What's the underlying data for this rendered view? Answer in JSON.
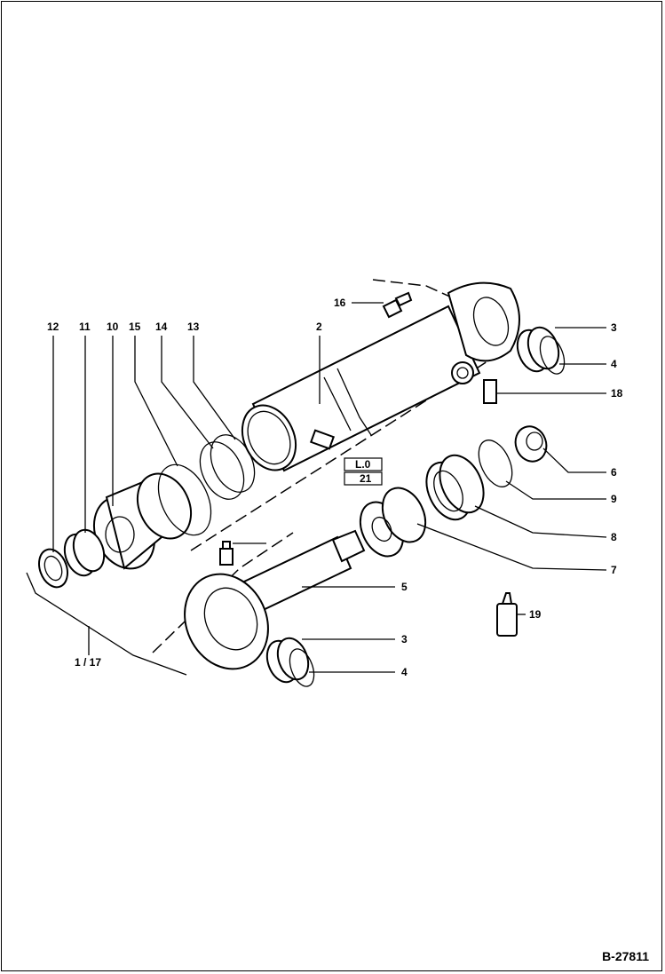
{
  "drawing_id": "B-27811",
  "callouts": {
    "c12": "12",
    "c11": "11",
    "c10": "10",
    "c15": "15",
    "c14": "14",
    "c13": "13",
    "c2": "2",
    "c16": "16",
    "c3a": "3",
    "c4a": "4",
    "c18": "18",
    "c6": "6",
    "c9": "9",
    "c8": "8",
    "c7": "7",
    "c5": "5",
    "c19": "19",
    "c3b": "3",
    "c4b": "4",
    "c117": "1 / 17"
  },
  "stamp": {
    "top": "L.0",
    "bottom": "21"
  }
}
